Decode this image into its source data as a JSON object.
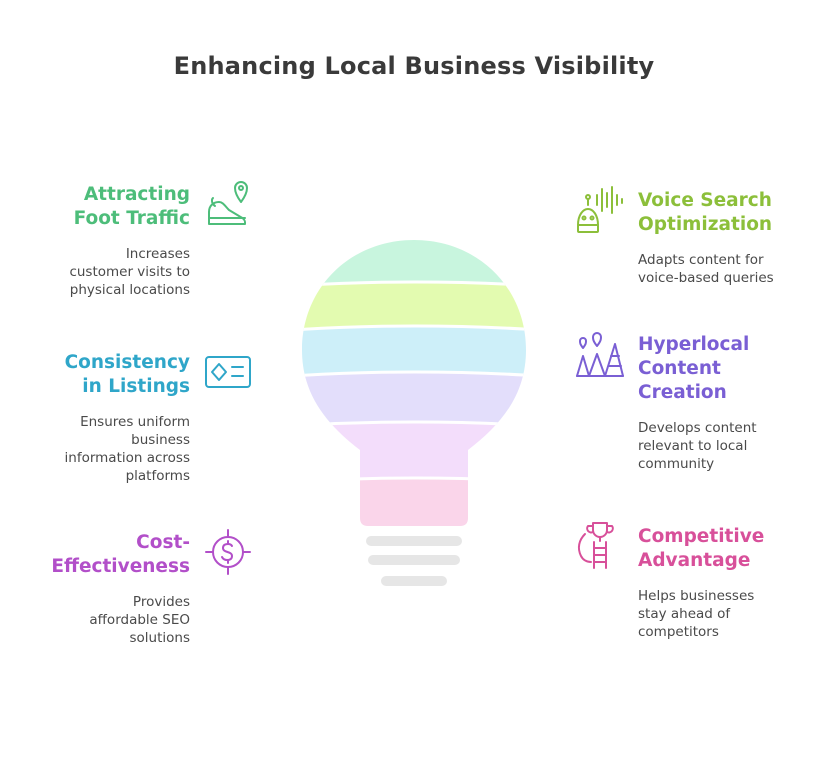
{
  "title": "Enhancing Local Business Visibility",
  "colors": {
    "green": "#4dbd7a",
    "blue": "#2fa6c9",
    "purple": "#b24fc9",
    "lime": "#8cbf3a",
    "violet": "#7a5fd4",
    "pink": "#d8509a"
  },
  "items": {
    "foot_traffic": {
      "title": "Attracting\nFoot Traffic",
      "desc": "Increases\ncustomer visits to\nphysical locations",
      "icon": "foot-location-icon"
    },
    "listings": {
      "title": "Consistency\nin Listings",
      "desc": "Ensures uniform\nbusiness\ninformation across\nplatforms",
      "icon": "id-card-icon"
    },
    "cost": {
      "title": "Cost-\nEffectiveness",
      "desc": "Provides\naffordable SEO\nsolutions",
      "icon": "dollar-target-icon"
    },
    "voice": {
      "title": "Voice Search\nOptimization",
      "desc": "Adapts content for\nvoice-based queries",
      "icon": "voice-robot-icon"
    },
    "hyperlocal": {
      "title": "Hyperlocal\nContent\nCreation",
      "desc": "Develops content\nrelevant to local\ncommunity",
      "icon": "local-pins-icon"
    },
    "competitive": {
      "title": "Competitive\nAdvantage",
      "desc": "Helps businesses\nstay ahead of\ncompetitors",
      "icon": "trophy-ladder-icon"
    }
  },
  "bulb_bands": [
    "#c8f5de",
    "#e3fbb0",
    "#cdeff9",
    "#e3defb",
    "#f3ddfb",
    "#fad5ea"
  ]
}
